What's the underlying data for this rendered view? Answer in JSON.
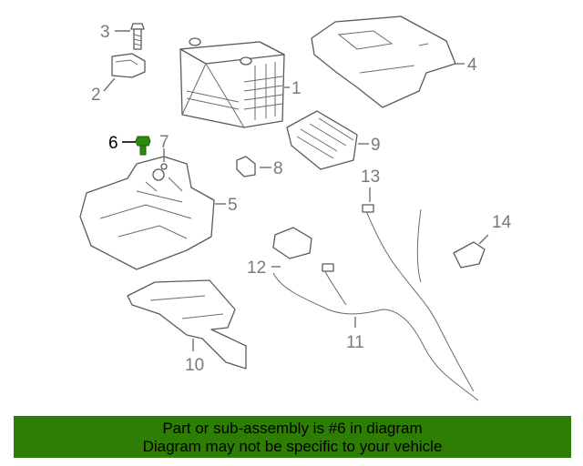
{
  "callouts": {
    "c1": "1",
    "c2": "2",
    "c3": "3",
    "c4": "4",
    "c5": "5",
    "c6": "6",
    "c7": "7",
    "c8": "8",
    "c9": "9",
    "c10": "10",
    "c11": "11",
    "c12": "12",
    "c13": "13",
    "c14": "14"
  },
  "banner": {
    "line1": "Part or sub-assembly is #6 in diagram",
    "line2": "Diagram may not be specific to your vehicle",
    "background": "#2e7d05"
  },
  "colors": {
    "callout_text": "#7a7a7a",
    "highlight_text": "#000000",
    "highlight_part": "#2e8b10"
  }
}
